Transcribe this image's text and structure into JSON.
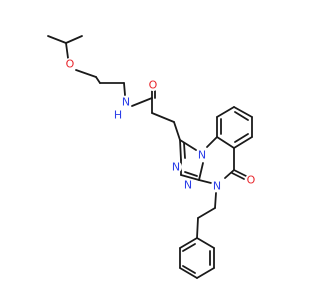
{
  "molecule": {
    "atom_labels": {
      "ether_O": "O",
      "amide_H": "H",
      "amide_N": "N",
      "amide_O": "O",
      "ring_N1": "N",
      "ring_N2": "N",
      "ring_N3": "N",
      "ring_N4": "N",
      "lactam_O": "O"
    },
    "colors": {
      "bond": "#1a1a1a",
      "oxygen": "#e8262c",
      "nitrogen": "#2b3ee8",
      "background": "#ffffff"
    }
  }
}
